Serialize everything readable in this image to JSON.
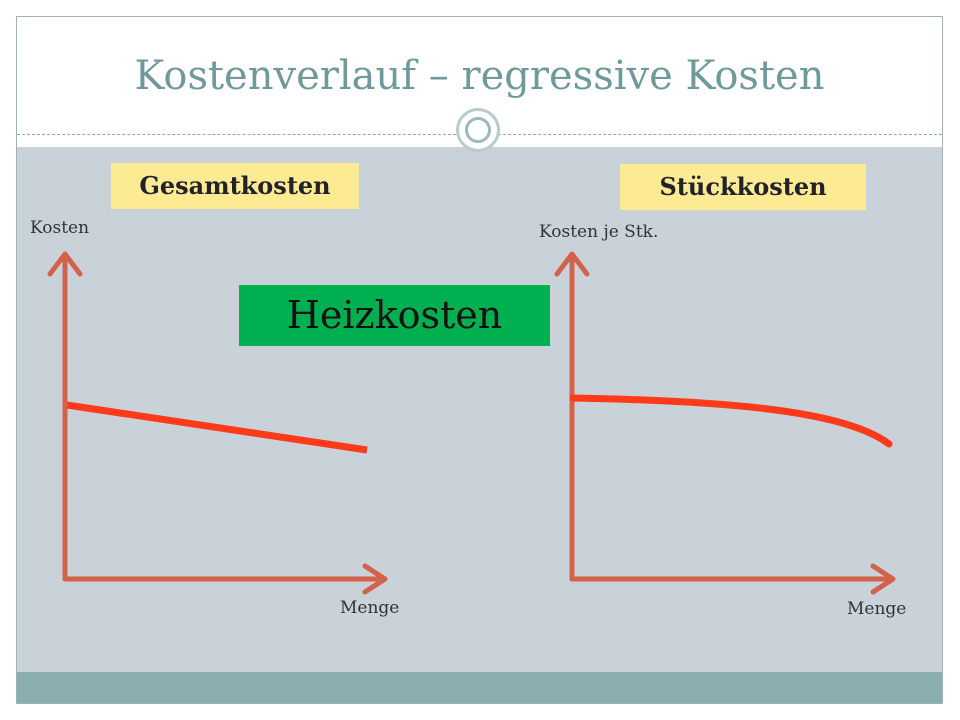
{
  "slide": {
    "title": "Kostenverlauf – regressive Kosten"
  },
  "left_diagram": {
    "label": "Gesamtkosten",
    "y_axis_label": "Kosten",
    "x_axis_label": "Menge"
  },
  "right_diagram": {
    "label": "Stückkosten",
    "y_axis_label": "Kosten je Stk.",
    "x_axis_label": "Menge"
  },
  "center_box": {
    "text": "Heizkosten"
  },
  "colors": {
    "title": "#6f9a9c",
    "content_bg": "#c8d2d8",
    "footer_band": "#8aaeae",
    "label_box": "#fdeb94",
    "heiz_box": "#00b050",
    "axis": "#d3624a",
    "curve": "#ff3a1a"
  }
}
